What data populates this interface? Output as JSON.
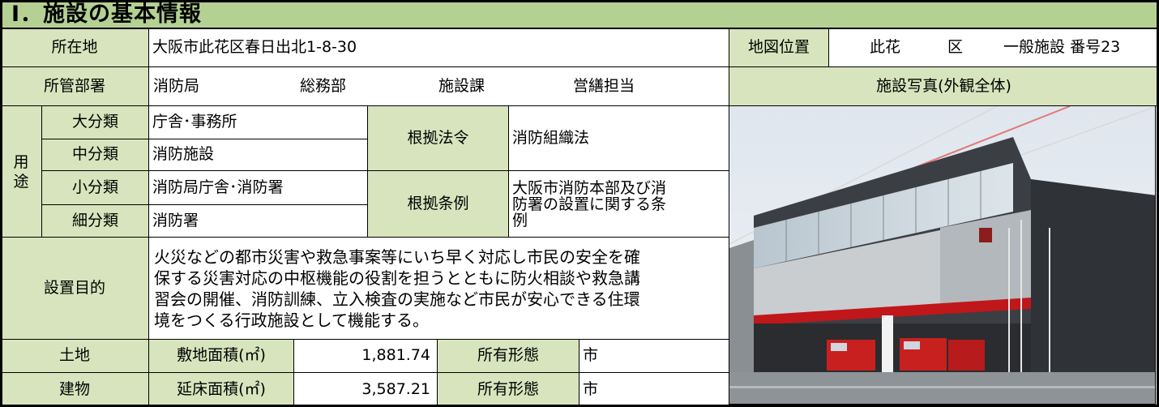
{
  "header": {
    "title": "Ⅰ．施設の基本情報"
  },
  "location": {
    "label": "所在地",
    "value": "大阪市此花区春日出北1-8-30"
  },
  "map": {
    "label": "地図位置",
    "ward": "此花",
    "ward_suffix": "区",
    "category": "一般施設 番号23"
  },
  "department": {
    "label": "所管部署",
    "parts": [
      "消防局",
      "総務部",
      "施設課",
      "営繕担当"
    ]
  },
  "photo_label": "施設写真(外観全体)",
  "usage": {
    "label_top": "用",
    "label_bottom": "途",
    "major": {
      "label": "大分類",
      "value": "庁舎･事務所"
    },
    "middle": {
      "label": "中分類",
      "value": "消防施設"
    },
    "minor": {
      "label": "小分類",
      "value": "消防局庁舎･消防署"
    },
    "detail": {
      "label": "細分類",
      "value": "消防署"
    },
    "law": {
      "label": "根拠法令",
      "value": "消防組織法"
    },
    "ordinance": {
      "label": "根拠条例",
      "lines": [
        "大阪市消防本部及び消",
        "防署の設置に関する条",
        "例"
      ]
    }
  },
  "purpose": {
    "label": "設置目的",
    "lines": [
      "火災などの都市災害や救急事案等にいち早く対応し市民の安全を確",
      "保する災害対応の中枢機能の役割を担うとともに防火相談や救急講",
      "習会の開催、消防訓練、立入検査の実施など市民が安心できる住環",
      "境をつくる行政施設として機能する。"
    ]
  },
  "land": {
    "label": "土地",
    "area_label": "敷地面積(㎡)",
    "area": "1,881.74",
    "ownership_label": "所有形態",
    "ownership": "市"
  },
  "building": {
    "label": "建物",
    "area_label": "延床面積(㎡)",
    "area": "3,587.21",
    "ownership_label": "所有形態",
    "ownership": "市"
  },
  "colors": {
    "header_bg": "#b4d193",
    "label_bg": "#d7e4bd"
  }
}
